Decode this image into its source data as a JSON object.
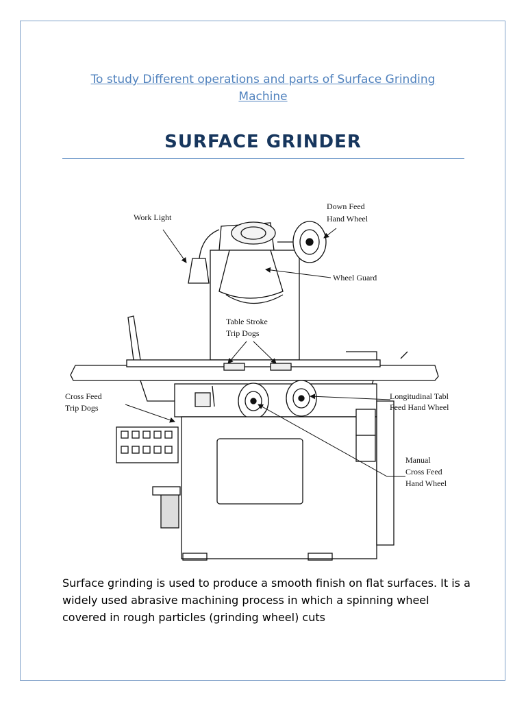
{
  "header": {
    "subtitle": "To study Different operations and parts of Surface Grinding Machine",
    "title": "SURFACE GRINDER"
  },
  "diagram": {
    "labels": {
      "work_light": "Work Light",
      "down_feed_1": "Down Feed",
      "down_feed_2": "Hand Wheel",
      "wheel_guard": "Wheel Guard",
      "table_stroke_1": "Table Stroke",
      "table_stroke_2": "Trip Dogs",
      "cross_feed_1": "Cross Feed",
      "cross_feed_2": "Trip Dogs",
      "longitudinal_1": "Longitudinal Table",
      "longitudinal_2": "Feed Hand Wheel",
      "manual_1": "Manual",
      "manual_2": "Cross Feed",
      "manual_3": "Hand Wheel"
    }
  },
  "body": {
    "paragraph": "Surface grinding is used to produce a smooth finish on flat surfaces. It is a widely used abrasive machining process in which a spinning wheel covered in rough particles (grinding wheel) cuts"
  }
}
